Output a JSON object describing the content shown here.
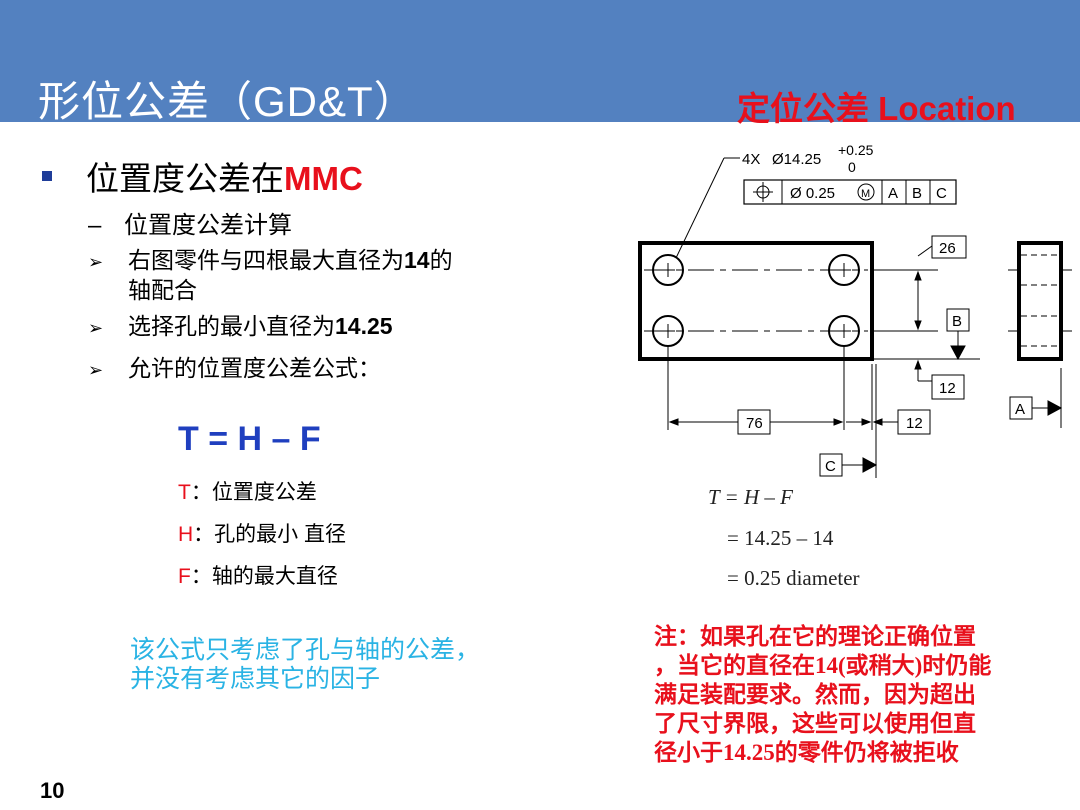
{
  "header": {
    "title": "形位公差（GD&T）",
    "subtitle": "定位公差 Location"
  },
  "main": {
    "bullet_text": "位置度公差在",
    "bullet_highlight": "MMC",
    "sub_heading": "位置度公差计算",
    "items": [
      {
        "line1_pre": "右图零件与四根最大直径为",
        "line1_num": "14",
        "line1_post": "的",
        "line2": "轴配合"
      },
      {
        "line1_pre": "选择孔的最小直径为",
        "line1_num": "14.25"
      },
      {
        "line1_pre": "允许的位置度公差公式："
      }
    ],
    "formula": "T = H – F",
    "definitions": [
      {
        "key": "T",
        "text": "：位置度公差"
      },
      {
        "key": "H",
        "text": "：孔的最小 直径"
      },
      {
        "key": "F",
        "text": "：轴的最大直径"
      }
    ],
    "cyan_note": [
      "该公式只考虑了孔与轴的公差，",
      "并没有考虑其它的因子"
    ]
  },
  "drawing": {
    "callout_qty": "4X",
    "callout_dia": "Ø14.25",
    "tol_plus": "+0.25",
    "tol_minus": "0",
    "fcf_tol": "Ø 0.25",
    "fcf_mod": "M",
    "datum_a": "A",
    "datum_b": "B",
    "datum_c": "C",
    "dim_26": "26",
    "dim_12_right": "12",
    "dim_76": "76",
    "dim_12_bottom": "12"
  },
  "calculation": {
    "line1": "T = H – F",
    "line2": "= 14.25 – 14",
    "line3": "= 0.25 diameter"
  },
  "note": [
    "注：如果孔在它的理论正确位置",
    "，当它的直径在14(或稍大)时仍能",
    "满足装配要求。然而，因为超出",
    "了尺寸界限，这些可以使用但直",
    "径小于14.25的零件仍将被拒收"
  ],
  "page_number": "10",
  "colors": {
    "header_bg": "#5381c0",
    "accent_red": "#e8101c",
    "formula_blue": "#1f3fbf",
    "cyan": "#2ab3e4"
  }
}
